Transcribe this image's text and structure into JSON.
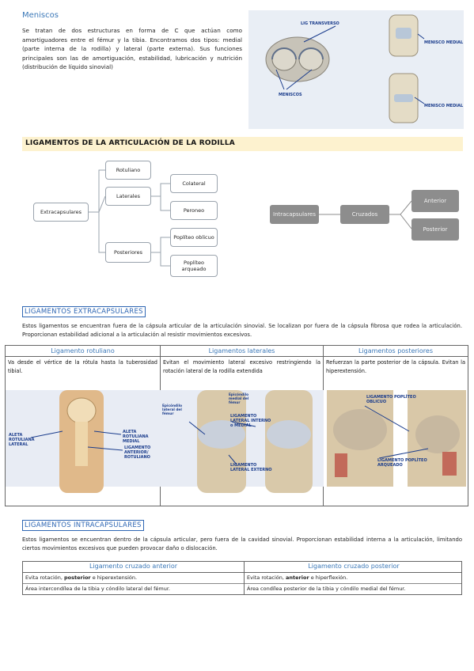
{
  "meniscos": {
    "title": "Meniscos",
    "text": "Se tratan de dos estructuras en forma de C que actúan como amortiguadores entre el fémur y la tibia. Encontramos dos tipos: medial (parte interna de la rodilla) y lateral (parte externa). Sus funciones principales son las de amortiguación, estabilidad, lubricación y nutrición (distribución de líquido sinovial)",
    "labels": {
      "lig_transverso": "LIG TRANSVERSO",
      "meniscos": "MENISCOS",
      "menisco_medial_1": "MENISCO MEDIAL",
      "menisco_medial_2": "MENISCO MEDIAL"
    }
  },
  "ligamentos": {
    "heading": "LIGAMENTOS DE LA ARTICULACIÓN DE LA RODILLA",
    "tree_left": {
      "root": "Extracapsulares",
      "b1": "Rotuliano",
      "b2": "Laterales",
      "b2a": "Colateral",
      "b2b": "Peroneo",
      "b3": "Posteriores",
      "b3a": "Poplíteo oblicuo",
      "b3b": "Poplíteo arqueado"
    },
    "tree_right": {
      "root": "Intracapsulares",
      "mid": "Cruzados",
      "r1": "Anterior",
      "r2": "Posterior"
    }
  },
  "extracapsulares": {
    "label": "LIGAMENTOS EXTRACAPSULARES",
    "text": "Estos ligamentos se encuentran fuera de la cápsula articular de la articulación sinovial. Se localizan por fuera de la cápsula fibrosa que rodea la articulación. Proporcionan estabilidad adicional a la articulación al resistir movimientos excesivos.",
    "columns": [
      {
        "head": "Ligamento rotuliano",
        "text": "Va desde el vértice de la rótula hasta la tuberosidad tibial.",
        "labels": [
          "ALETA ROTULIANA LATERAL",
          "ALETA ROTULIANA MEDIAL",
          "LIGAMENTO ANTERIOR/ ROTULIANO"
        ]
      },
      {
        "head": "Ligamentos laterales",
        "text": "Evitan el movimiento lateral excesivo restringiendo la rotación lateral de la rodilla extendida",
        "labels": [
          "Epicóndilo lateral del fémur",
          "Epicóndilo medial del fémur",
          "LIGAMENTO LATERAL INTERNO o MEDIAL",
          "LIGAMENTO LATERAL EXTERNO"
        ]
      },
      {
        "head": "Ligamentos posteriores",
        "text": "Refuerzan la parte posterior de la cápsula. Evitan la hiperextensión.",
        "labels": [
          "LIGAMENTO POPLÍTEO OBLICUO",
          "LIGAMENTO POPLÍTEO ARQUEADO"
        ]
      }
    ]
  },
  "intracapsulares": {
    "label": "LIGAMENTOS INTRACAPSULARES",
    "text": "Estos ligamentos se encuentran dentro de la cápsula articular, pero fuera de la cavidad sinovial. Proporcionan estabilidad interna a la articulación, limitando ciertos movimientos excesivos que pueden provocar daño o dislocación.",
    "table": {
      "head_left": "Ligamento cruzado anterior",
      "head_right": "Ligamento cruzado posterior",
      "left_r1_a": "Evita rotación, ",
      "left_r1_b": "posterior",
      "left_r1_c": " e hiperextensión.",
      "left_r2": "Área intercondílea de la tibia y cóndilo lateral del fémur.",
      "right_r1_a": "Evita rotación, ",
      "right_r1_b": "anterior",
      "right_r1_c": " e hiperflexión.",
      "right_r2": "Área condílea posterior de la tibia y cóndilo medial del fémur."
    }
  },
  "colors": {
    "accent_blue": "#3b78b8",
    "heading_bg": "#fdf2cf",
    "label_blue": "#1a3c8c",
    "box_grey": "#8d8d8d"
  }
}
